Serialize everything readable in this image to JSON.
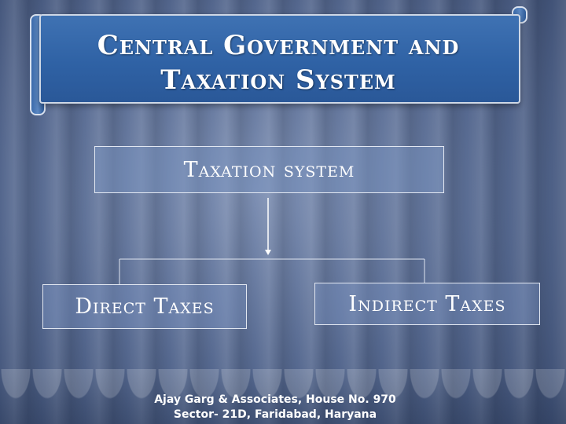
{
  "slide": {
    "title_line1": "Central Government and",
    "title_line2": "Taxation System"
  },
  "diagram": {
    "root": "Taxation system",
    "children": [
      "Direct Taxes",
      "Indirect Taxes"
    ]
  },
  "footer": {
    "line1": "Ajay Garg & Associates, House No. 970",
    "line2": "Sector- 21D, Faridabad, Haryana"
  },
  "colors": {
    "banner": "#3568aa",
    "background": "#5a6d93",
    "text": "#ffffff"
  }
}
